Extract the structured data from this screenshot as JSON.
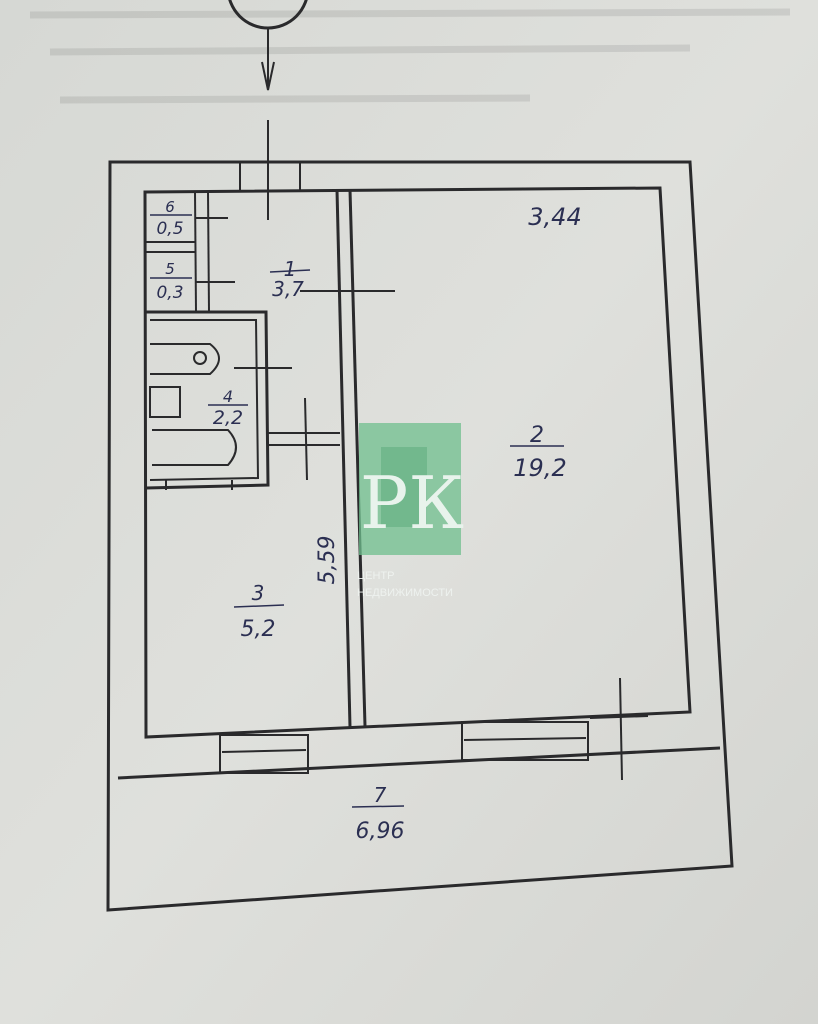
{
  "floor_plan": {
    "rooms": [
      {
        "number": "1",
        "area": "3,7"
      },
      {
        "number": "2",
        "area": "19,2"
      },
      {
        "number": "3",
        "area": "5,2"
      },
      {
        "number": "4",
        "area": "2,2"
      },
      {
        "number": "5",
        "area": "0,3"
      },
      {
        "number": "6",
        "area": "0,5"
      },
      {
        "number": "7",
        "area": "6,96"
      }
    ],
    "dimensions": {
      "width": "3,44",
      "length": "5,59"
    }
  },
  "watermark": {
    "logo_letters": "РК",
    "line1": "ЦЕНТР",
    "line2": "НЕДВИЖИМОСТИ",
    "color": "#6fbf8e"
  }
}
